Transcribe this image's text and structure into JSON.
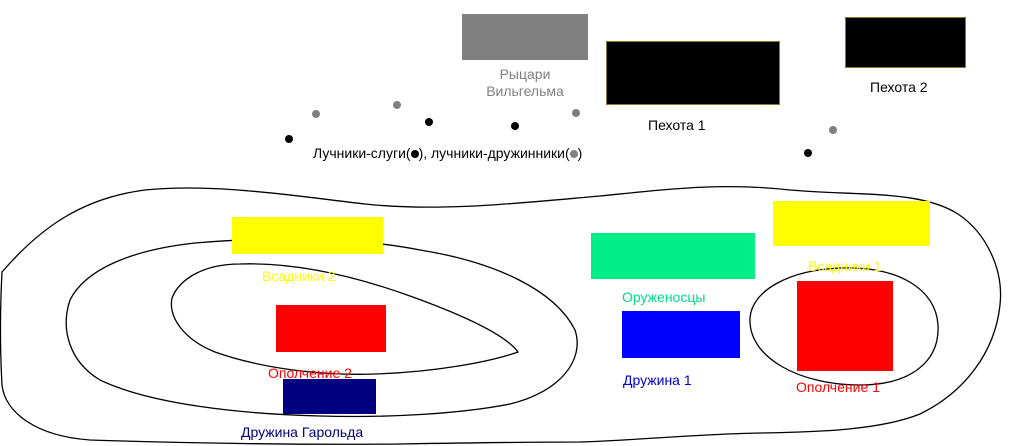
{
  "units": {
    "knights": {
      "label_line1": "Рыцари",
      "label_line2": "Вильгельма",
      "color": "#808080",
      "label_color": "#808080"
    },
    "infantry1": {
      "label": "Пехота 1",
      "color": "#000000",
      "label_color": "#000000"
    },
    "infantry2": {
      "label": "Пехота 2",
      "color": "#000000",
      "label_color": "#000000"
    },
    "riders2": {
      "label": "Всадники 2",
      "color": "#ffff00",
      "label_color": "#ffff00"
    },
    "riders1": {
      "label": "Всадники 1",
      "color": "#ffff00",
      "label_color": "#ffff00"
    },
    "squires": {
      "label": "Оруженосцы",
      "color": "#00ee88",
      "label_color": "#00dd88"
    },
    "militia2": {
      "label": "Ополчение 2",
      "color": "#ff0000",
      "label_color": "#ff0000"
    },
    "militia1": {
      "label": "Ополчение 1",
      "color": "#ff0000",
      "label_color": "#ff0000"
    },
    "retinue1": {
      "label": "Дружина 1",
      "color": "#0000ff",
      "label_color": "#0000cc"
    },
    "harold_retinue": {
      "label": "Дружина Гарольда",
      "color": "#000080",
      "label_color": "#000080"
    }
  },
  "archers": {
    "legend_part1": "Лучники-слуги(",
    "legend_part2": "), лучники-дружинники(",
    "legend_part3": ")",
    "servant_dot_color": "#000000",
    "retainer_dot_color": "#808080"
  }
}
